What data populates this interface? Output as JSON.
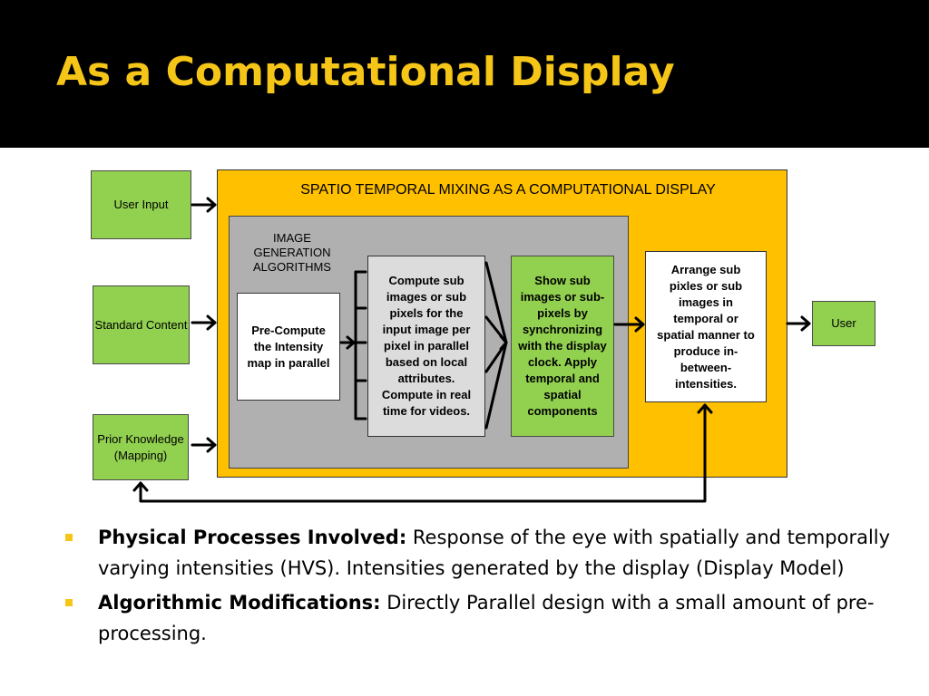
{
  "slide": {
    "title": "As a Computational Display"
  },
  "diagram": {
    "inputs": {
      "user_input": "User Input",
      "standard_content": "Standard Content",
      "prior_knowledge": "Prior Knowledge (Mapping)"
    },
    "panel_title": "SPATIO TEMPORAL MIXING AS A COMPUTATIONAL DISPLAY",
    "image_generation_label": "IMAGE GENERATION ALGORITHMS",
    "pre_compute": "Pre-Compute the Intensity map in parallel",
    "compute_sub_images": "Compute sub images or sub pixels for the input image per pixel in parallel based on local attributes. Compute in real time for videos.",
    "show_sub_images": "Show sub images or sub-pixels by synchronizing with the display clock. Apply temporal and spatial components",
    "arrange_sub_pixels": "Arrange sub pixles or sub images in temporal or spatial manner to produce in-between-intensities.",
    "output_user": "User"
  },
  "bullets": [
    {
      "lead": "Physical Processes Involved:",
      "text": " Response of the eye with spatially and temporally varying intensities (HVS).  Intensities generated by the display (Display Model)"
    },
    {
      "lead": "Algorithmic Modifications:",
      "text": " Directly Parallel design with a small amount of pre-processing."
    }
  ],
  "colors": {
    "title": "#f5c518",
    "green_box": "#92d050",
    "yellow_panel": "#ffc000",
    "gray_panel": "#b0b0b0"
  }
}
